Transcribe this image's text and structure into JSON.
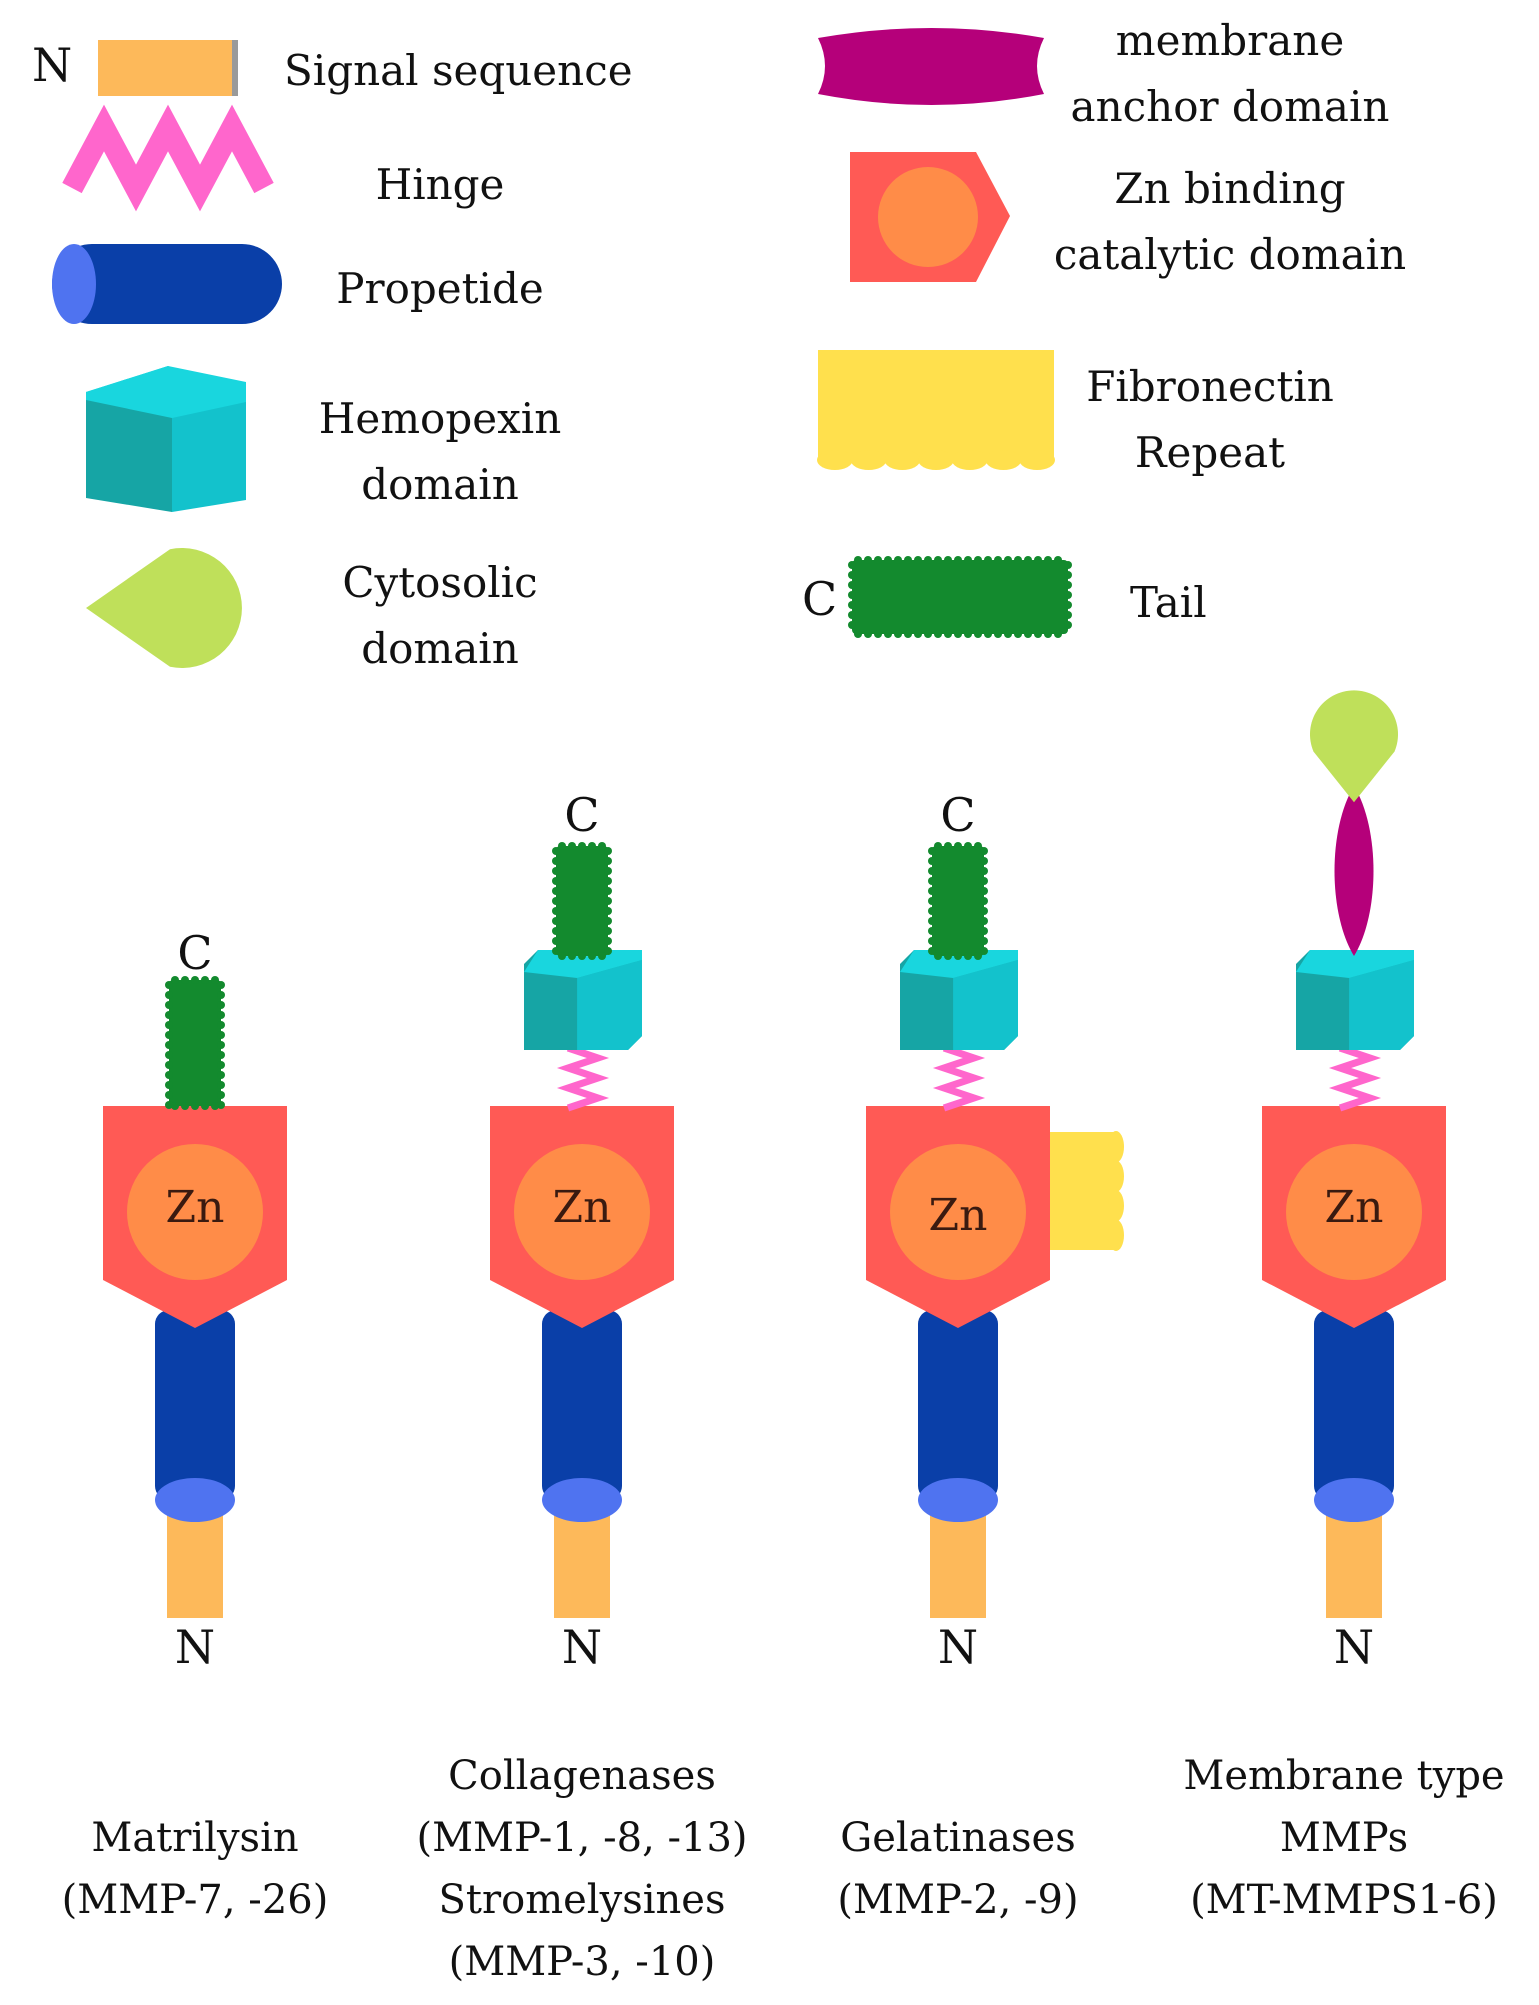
{
  "legend": {
    "signal_sequence": {
      "n_label": "N",
      "label": "Signal sequence",
      "color": "#FDB95A",
      "edge": "#9A9A9A"
    },
    "hinge": {
      "label": "Hinge",
      "color": "#FF66CC"
    },
    "propeptide": {
      "label": "Propetide",
      "color": "#0A3FA8",
      "face": "#4F73F0"
    },
    "hemopexin": {
      "line1": "Hemopexin",
      "line2": "domain",
      "top": "#19D6DE",
      "front": "#16A5A5",
      "side": "#13C2CC"
    },
    "cytosolic": {
      "line1": "Cytosolic",
      "line2": "domain",
      "color": "#BFE05A"
    },
    "membrane_anchor": {
      "line1": "membrane",
      "line2": "anchor domain",
      "color": "#B5007A"
    },
    "zn_catalytic": {
      "line1": "Zn binding",
      "line2": "catalytic domain",
      "color": "#FF5A55",
      "core": "#FF8C48"
    },
    "fibronectin": {
      "line1": "Fibronectin",
      "line2": "Repeat",
      "color": "#FFE04D"
    },
    "tail": {
      "c_label": "C",
      "label": "Tail",
      "color": "#138A2E"
    }
  },
  "structures": [
    {
      "id": "matrilysin",
      "c_label": "C",
      "zn_label": "Zn",
      "n_label": "N",
      "caption": [
        "Matrilysin",
        "(MMP-7, -26)"
      ]
    },
    {
      "id": "collagenases",
      "c_label": "C",
      "zn_label": "Zn",
      "n_label": "N",
      "caption": [
        "Collagenases",
        "(MMP-1, -8, -13)",
        "Stromelysines",
        "(MMP-3, -10)"
      ]
    },
    {
      "id": "gelatinases",
      "c_label": "C",
      "zn_label": "Zn",
      "n_label": "N",
      "caption": [
        "Gelatinases",
        "(MMP-2, -9)"
      ]
    },
    {
      "id": "membrane-type",
      "zn_label": "Zn",
      "n_label": "N",
      "caption": [
        "Membrane type",
        "MMPs",
        "(MT-MMPS1-6)"
      ]
    }
  ]
}
